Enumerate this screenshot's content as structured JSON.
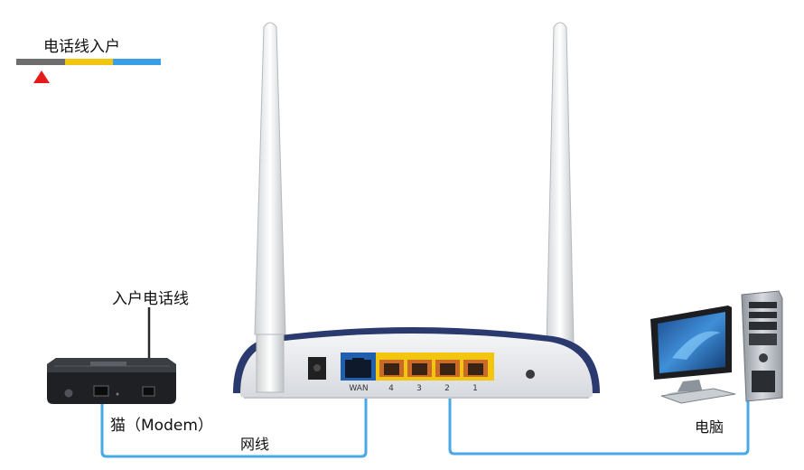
{
  "legend": {
    "title": "电话线入户",
    "segments": [
      "#6e6e6e",
      "#f2c511",
      "#3a9ee8"
    ],
    "marker_color": "#e31b1b"
  },
  "labels": {
    "phone_line_in": "入户电话线",
    "modem": "猫（Modem）",
    "network_cable": "网线",
    "computer": "电脑"
  },
  "router": {
    "wan_label": "WAN",
    "lan_ports": [
      "4",
      "3",
      "2",
      "1"
    ],
    "wan_color": "#1f5fae",
    "lan_color": "#f2c511"
  },
  "cable_color": "#49a8e6"
}
